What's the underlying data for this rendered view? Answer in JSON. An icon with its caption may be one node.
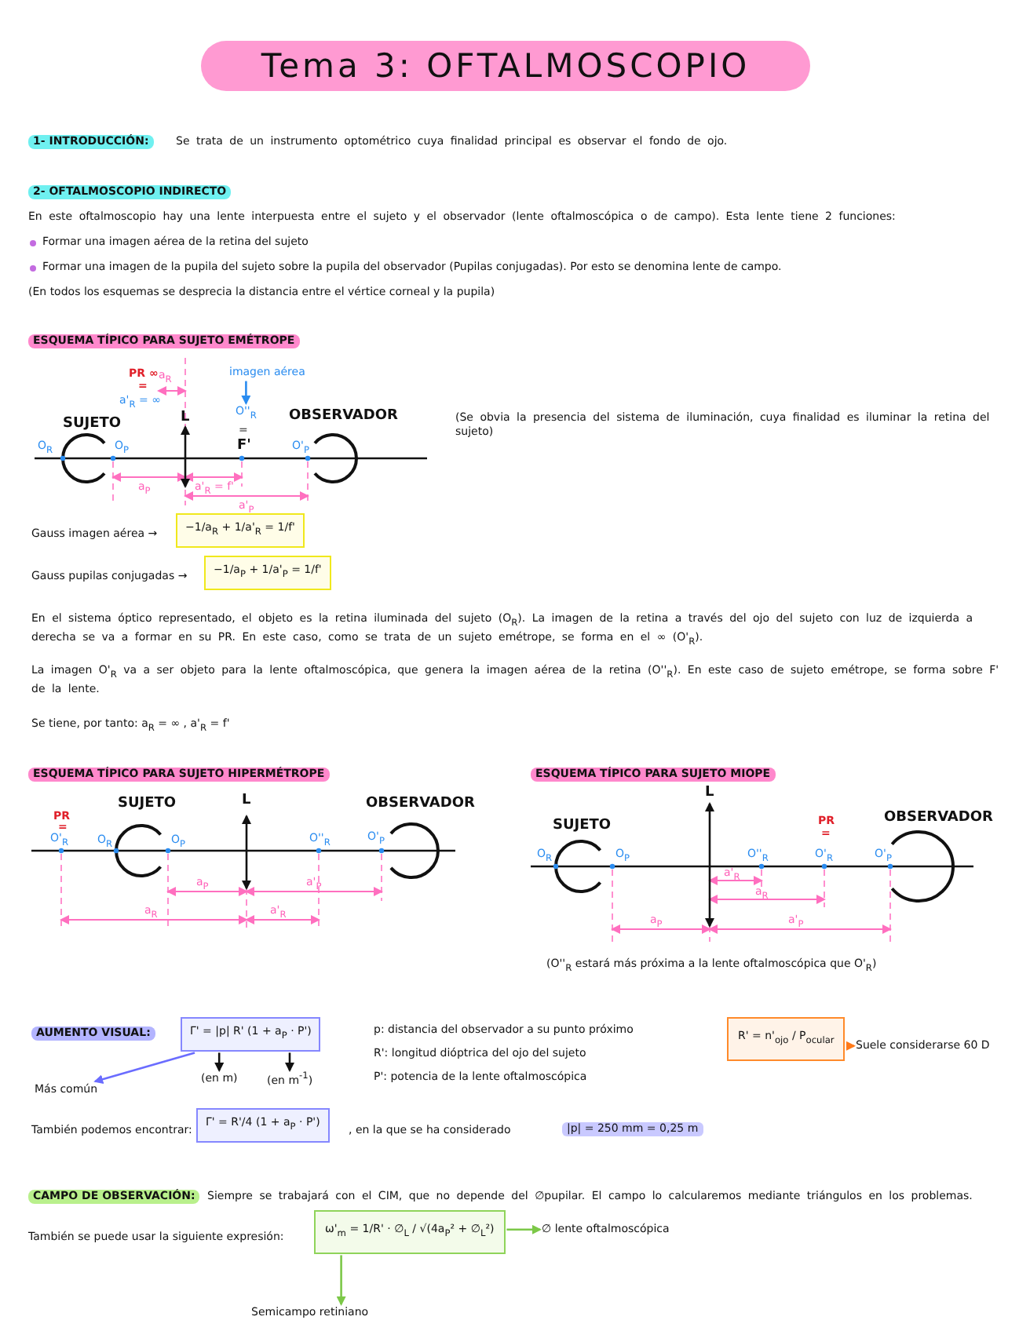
{
  "diagram": {
    "title": "Tema 3: OFTALMOSCOPIO",
    "nodes": [
      {
        "text": [
          "imagen aérea"
        ]
      },
      {
        "text": [
          "O''$_{R}$"
        ]
      },
      {
        "text": [
          "Γ' = |p| R' (1 + a$_{P}$ · P')"
        ]
      },
      {
        "text": [
          "Más común"
        ]
      },
      {
        "text": [
          "(en m)"
        ]
      },
      {
        "text": [
          "(en m$^{-1}$)"
        ]
      },
      {
        "text": [
          "R' = n'$_{ojo}$ / P$_{ocular}$"
        ]
      },
      {
        "text": [
          "Suele considerarse 60 D"
        ]
      },
      {
        "text": [
          "Γ' = R'/4 (1 + a$_{P}$ · P')"
        ]
      },
      {
        "text": [
          "ω'$_{m}$ = 1/R' · ∅$_{L}$ / √(4a$_{P}$² + ∅$_{L}$²)"
        ]
      },
      {
        "text": [
          "∅ lente oftalmoscópica"
        ]
      },
      {
        "text": [
          "Semicampo retiniano"
        ]
      }
    ],
    "edges": [
      {
        "from": 0,
        "to": 1,
        "arrow": "to",
        "color": "#2a8cf0"
      },
      {
        "from": 2,
        "to": 3,
        "arrow": "to",
        "color": "#6a6cff"
      },
      {
        "from": 2,
        "to": 4,
        "arrow": "to",
        "color": "#111111"
      },
      {
        "from": 2,
        "to": 5,
        "arrow": "to",
        "color": "#111111"
      },
      {
        "from": 6,
        "to": 7,
        "arrow": "to",
        "color": "#ff7a1a"
      },
      {
        "from": 9,
        "to": 10,
        "arrow": "to",
        "color": "#7cc848"
      },
      {
        "from": 9,
        "to": 11,
        "arrow": "to",
        "color": "#7cc848"
      }
    ],
    "labels": [
      "1- INTRODUCCIÓN:",
      "Se trata de un instrumento optométrico cuya finalidad principal es observar el fondo de ojo.",
      "2- OFTALMOSCOPIO INDIRECTO",
      "En este oftalmoscopio hay una lente interpuesta entre el sujeto y el observador (lente oftalmoscópica o de campo). Esta lente tiene 2 funciones:",
      "Formar una imagen aérea de la retina del sujeto",
      "Formar una imagen de la pupila del sujeto sobre la pupila del observador (Pupilas conjugadas). Por esto se denomina lente de campo.",
      "(En todos los esquemas se desprecia la distancia entre el vértice corneal y la pupila)",
      "ESQUEMA TÍPICO PARA SUJETO EMÉTROPE",
      "PR ∞",
      "=",
      "a'$_{R}$ = ∞",
      "a$_{R}$",
      "L",
      "SUJETO",
      "O$_{R}$",
      "O$_{P}$",
      "=",
      "F'",
      "OBSERVADOR",
      "O'$_{P}$",
      "a$_{P}$",
      "a'$_{R}$ = f'",
      "a'$_{P}$",
      "(Se obvia la presencia del sistema de iluminación, cuya finalidad es iluminar la retina del sujeto)",
      "Gauss imagen aérea →",
      "−1/a$_{R}$ + 1/a'$_{R}$ = 1/f'",
      "Gauss pupilas conjugadas →",
      "−1/a$_{P}$ + 1/a'$_{P}$ = 1/f'",
      "En el sistema óptico representado, el objeto es la retina iluminada del sujeto (O$_{R}$). La imagen de la retina a través del ojo del sujeto con luz de izquierda a derecha se va a formar en su PR. En este caso, como se trata de un sujeto emétrope, se forma en el ∞ (O'$_{R}$).",
      "La imagen O'$_{R}$ va a ser objeto para la lente oftalmoscópica, que genera la imagen aérea de la retina (O''$_{R}$). En este caso de sujeto emétrope, se forma sobre F' de la lente.",
      "Se tiene, por tanto: a$_{R}$ = ∞ , a'$_{R}$ = f'",
      "ESQUEMA TÍPICO PARA SUJETO HIPERMÉTROPE",
      "PR",
      "=",
      "O'$_{R}$",
      "SUJETO",
      "L",
      "OBSERVADOR",
      "O$_{R}$",
      "O$_{P}$",
      "O''$_{R}$",
      "O'$_{P}$",
      "a$_{P}$",
      "a'$_{P}$",
      "a$_{R}$",
      "a'$_{R}$",
      "ESQUEMA TÍPICO PARA SUJETO MIOPE",
      "SUJETO",
      "L",
      "PR",
      "=",
      "OBSERVADOR",
      "O$_{R}$",
      "O$_{P}$",
      "O''$_{R}$",
      "O'$_{R}$",
      "O'$_{P}$",
      "a'$_{R}$",
      "a$_{R}$",
      "a$_{P}$",
      "a'$_{P}$",
      "(O''$_{R}$ estará más próxima a la lente oftalmoscópica que O'$_{R}$)",
      "AUMENTO VISUAL:",
      "p: distancia del observador a su punto próximo",
      "R': longitud dióptrica del ojo del sujeto",
      "P': potencia de la lente oftalmoscópica",
      "También podemos encontrar:",
      ", en la que se ha considerado",
      "|p| = 250 mm = 0,25 m",
      "CAMPO DE OBSERVACIÓN:",
      "Siempre se trabajará con el CIM, que no depende del ∅pupilar. El campo lo calcularemos mediante triángulos en los problemas.",
      "También se puede usar la siguiente expresión:"
    ]
  }
}
